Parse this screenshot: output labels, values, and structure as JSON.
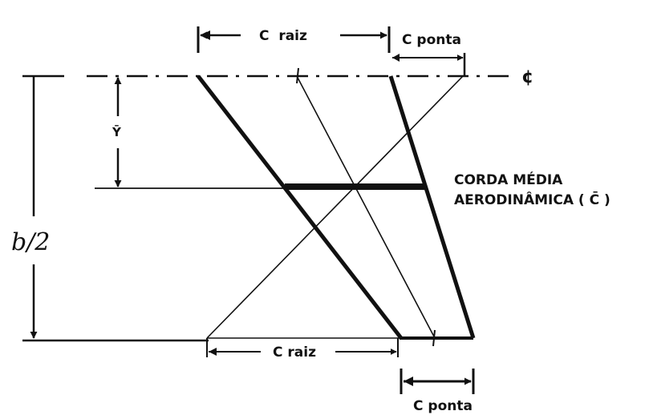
{
  "labels": {
    "root_chord_top": "C  raiz",
    "tip_chord_top": "C ponta",
    "centerline": "¢",
    "ybar": "Ȳ",
    "mac_line1": "CORDA MÉDIA",
    "mac_line2": "AERODINÂMICA ( C̄ )",
    "half_span": "b/2",
    "root_chord_bottom": "C raiz",
    "tip_chord_bottom": "C ponta"
  },
  "colors": {
    "ink": "#111111",
    "background": "#ffffff"
  }
}
